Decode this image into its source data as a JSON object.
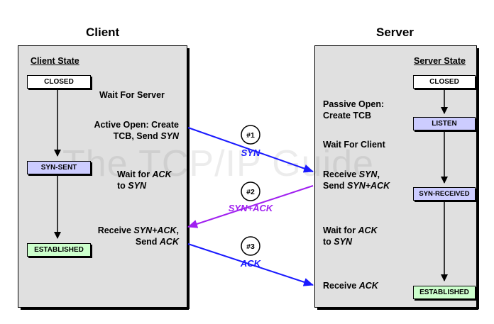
{
  "client": {
    "title": "Client",
    "state_heading": "Client State",
    "states": {
      "closed": "CLOSED",
      "syn_sent": "SYN-SENT",
      "established": "ESTABLISHED"
    },
    "notes": {
      "wait_server": "Wait For Server",
      "active_open_1": "Active Open: Create",
      "active_open_2a": "TCB, Send ",
      "active_open_2b": "SYN",
      "wait_ack_1a": "Wait for ",
      "wait_ack_1b": "ACK",
      "wait_ack_2a": "to ",
      "wait_ack_2b": "SYN",
      "receive_1a": "Receive ",
      "receive_1b": "SYN+ACK",
      "receive_1c": ",",
      "receive_2a": "Send ",
      "receive_2b": "ACK"
    }
  },
  "server": {
    "title": "Server",
    "state_heading": "Server State",
    "states": {
      "closed": "CLOSED",
      "listen": "LISTEN",
      "syn_received": "SYN-RECEIVED",
      "established": "ESTABLISHED"
    },
    "notes": {
      "passive_1": "Passive Open:",
      "passive_2": "Create TCB",
      "wait_client": "Wait For Client",
      "receive_syn_1a": "Receive ",
      "receive_syn_1b": "SYN",
      "receive_syn_1c": ",",
      "receive_syn_2a": "Send ",
      "receive_syn_2b": "SYN+ACK",
      "wait_ack_1a": "Wait for ",
      "wait_ack_1b": "ACK",
      "wait_ack_2a": "to ",
      "wait_ack_2b": "SYN",
      "receive_ack_a": "Receive ",
      "receive_ack_b": "ACK"
    }
  },
  "messages": [
    {
      "number": "#1",
      "label": "SYN",
      "color": "#1a1aff"
    },
    {
      "number": "#2",
      "label": "SYN+ACK",
      "color": "#a020f0"
    },
    {
      "number": "#3",
      "label": "ACK",
      "color": "#1a1aff"
    }
  ],
  "watermark": "The TCP/IP Guide",
  "colors": {
    "panel": "#e0e0e0",
    "closed_box": "#ffffff",
    "syn_box": "#ccccff",
    "established_box": "#ccffcc"
  }
}
